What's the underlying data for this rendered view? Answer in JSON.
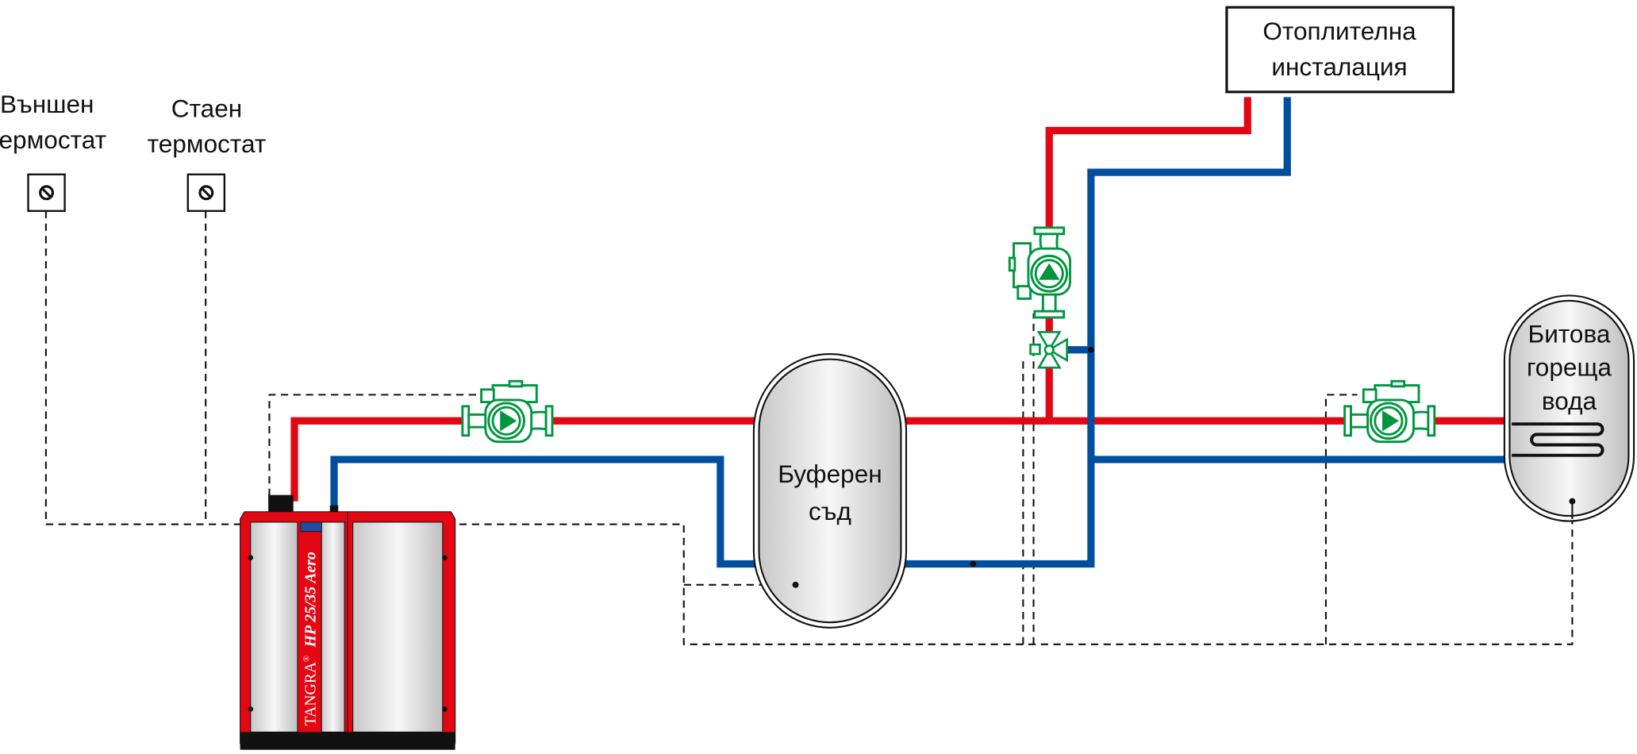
{
  "colors": {
    "supply": "#e30613",
    "return": "#004f9f",
    "pump": "#009640",
    "boiler": "#e30613"
  },
  "labels": {
    "outdoor_thermostat": [
      "Външен",
      "термостат"
    ],
    "room_thermostat": [
      "Стаен",
      "термостат"
    ],
    "heating_installation": [
      "Отоплителна",
      "инсталация"
    ],
    "buffer_tank": [
      "Буферен",
      "съд"
    ],
    "dhw_tank": [
      "Битова",
      "гореща",
      "вода"
    ]
  },
  "boiler": {
    "brand": "TANGRA",
    "registered": "®",
    "model": "HP 25/35 Aero"
  }
}
